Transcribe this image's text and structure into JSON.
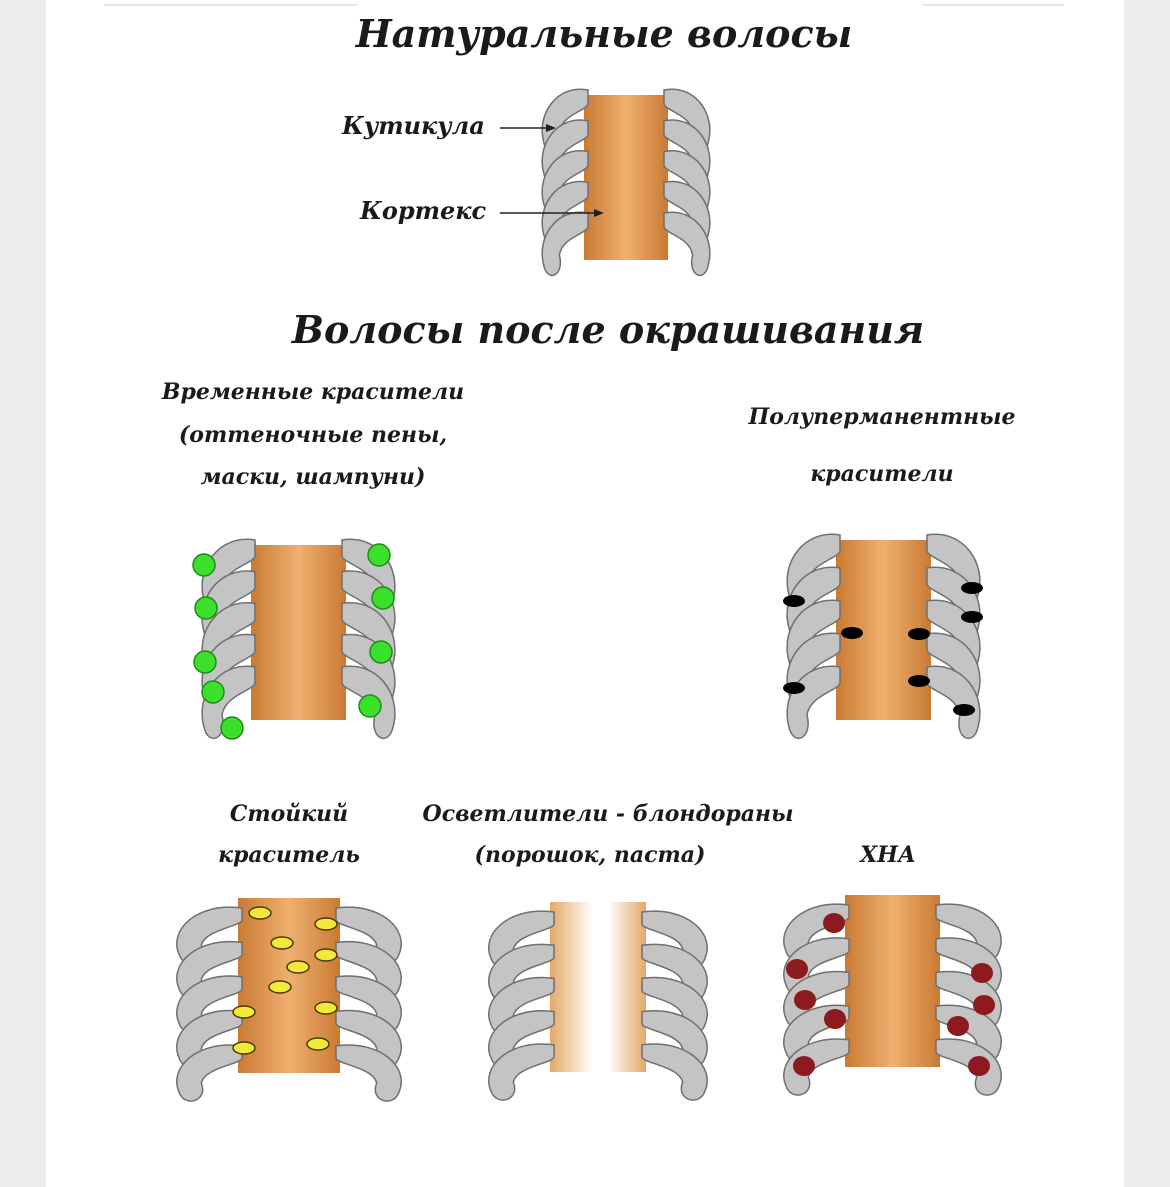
{
  "title": "Натуральные волосы",
  "subtitle": "Волосы после окрашивания",
  "natural": {
    "cuticle_label": "Кутикула",
    "cortex_label": "Кортекс"
  },
  "types": {
    "temporary": [
      "Временные красители",
      "(оттеночные пены,",
      "маски, шампуни)"
    ],
    "semipermanent": [
      "Полуперманентные",
      "красители"
    ],
    "permanent": [
      "Стойкий",
      "краситель"
    ],
    "bleach": [
      "Осветлители - блондораны",
      "(порошок, паста)"
    ],
    "henna": [
      "ХНА"
    ]
  },
  "colors": {
    "shaft": "#c97a33",
    "shaft_light": "#efb070",
    "cuticle": "#c4c4c4",
    "cuticle_edge": "#6f6f6f",
    "temporary_dye": "#3be02a",
    "semipermanent_dye": "#000000",
    "permanent_dye": "#f2e93a",
    "henna_dye": "#8c1a1f"
  }
}
